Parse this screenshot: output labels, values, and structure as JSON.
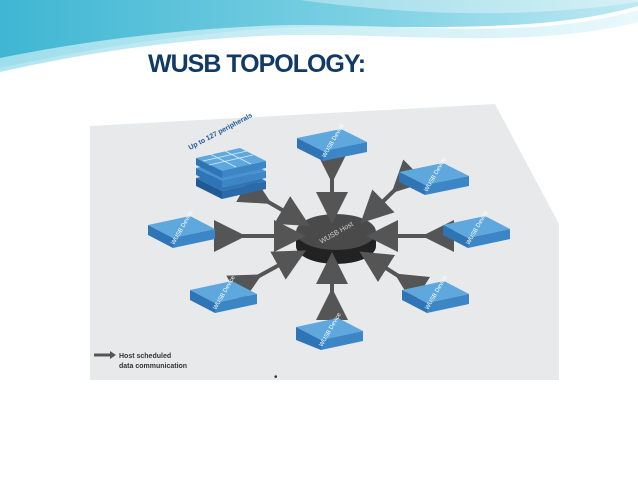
{
  "slide": {
    "title": "WUSB TOPOLOGY:",
    "bullet": "•"
  },
  "diagram": {
    "host_label": "WUSB Host",
    "device_label": "WUSB Device",
    "cluster_label": "Up to 127 peripherals",
    "legend_text_1": "Host scheduled",
    "legend_text_2": "data communication",
    "device_count": 8,
    "colors": {
      "floor": "#e8e9eb",
      "device_top": "#5ea8dd",
      "device_side": "#2f74b5",
      "host_top": "#444444",
      "host_side": "#222222",
      "arrow": "#555555",
      "text": "#333333"
    }
  }
}
